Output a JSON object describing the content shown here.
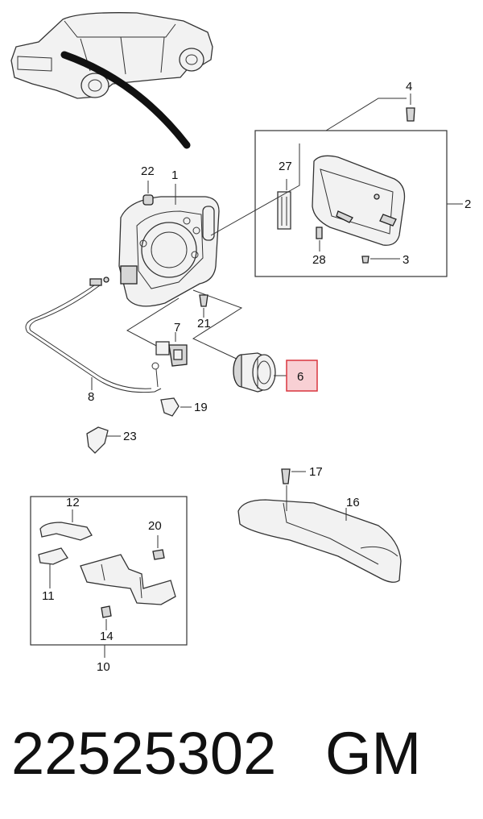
{
  "diagram": {
    "callouts": {
      "c1": "1",
      "c2": "2",
      "c3": "3",
      "c4": "4",
      "c6": "6",
      "c7": "7",
      "c8": "8",
      "c10": "10",
      "c11": "11",
      "c12": "12",
      "c14": "14",
      "c16": "16",
      "c17": "17",
      "c19": "19",
      "c20": "20",
      "c21": "21",
      "c22": "22",
      "c23": "23",
      "c27": "27",
      "c28": "28"
    },
    "highlight_color": "#f8d0d4",
    "highlight_border": "#d9363e"
  },
  "footer": {
    "part_number": "22525302",
    "brand": "GM"
  }
}
